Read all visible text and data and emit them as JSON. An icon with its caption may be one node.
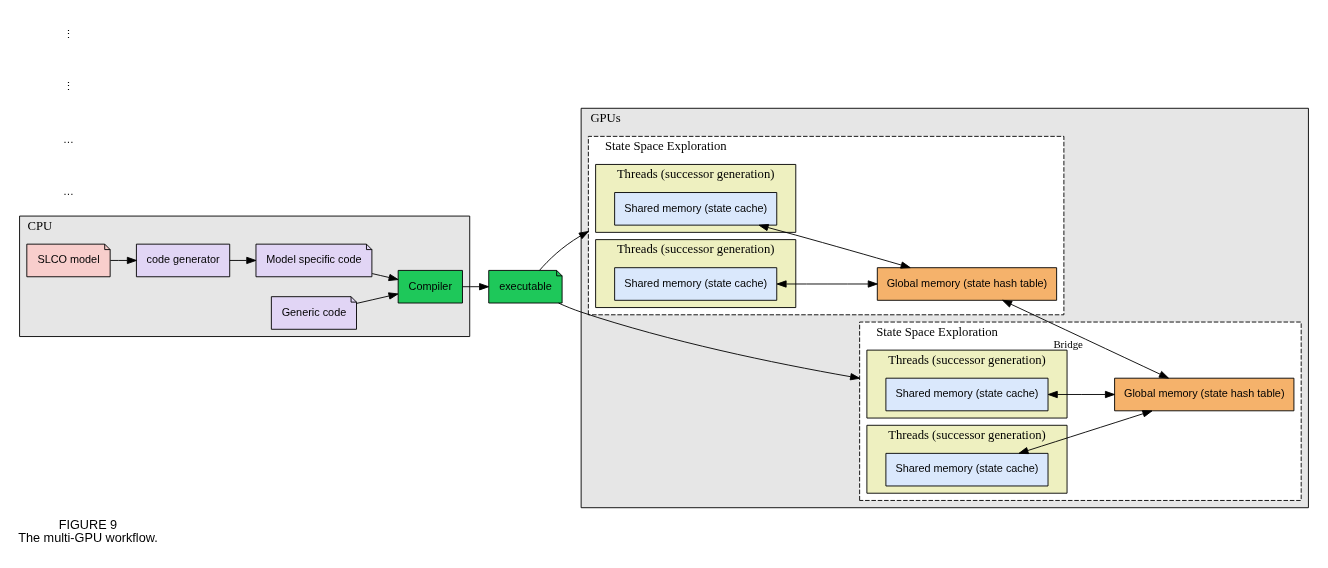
{
  "diagram": {
    "title": "FIGURE 9",
    "caption": "The multi-GPU workflow.",
    "nodes": [
      {
        "text": [
          "CPU"
        ]
      },
      {
        "text": [
          "SLCO model"
        ],
        "in": 0
      },
      {
        "text": [
          "code generator"
        ],
        "in": 0
      },
      {
        "text": [
          "Generic code"
        ],
        "in": 0
      },
      {
        "text": [
          "Model specific code"
        ],
        "in": 0
      },
      {
        "text": [
          "Compiler"
        ],
        "in": 0
      },
      {
        "text": [
          "executable"
        ]
      },
      {
        "text": [
          "GPUs"
        ]
      },
      {
        "text": [
          "State Space Exploration"
        ],
        "in": 7
      },
      {
        "text": [
          "Threads (successor generation)"
        ],
        "in": 8
      },
      {
        "text": [
          "Shared memory (state cache)"
        ],
        "in": 9
      },
      {
        "text": [
          "Threads (successor generation)"
        ],
        "in": 8
      },
      {
        "text": [
          "Shared memory (state cache)"
        ],
        "in": 11
      },
      {
        "text": [
          "Global memory (state hash table)"
        ],
        "in": 8
      },
      {
        "text": [
          "State Space Exploration"
        ],
        "in": 7
      },
      {
        "text": [
          "Threads (successor generation)"
        ],
        "in": 14
      },
      {
        "text": [
          "Shared memory (state cache)"
        ],
        "in": 15
      },
      {
        "text": [
          "Threads (successor generation)"
        ],
        "in": 14
      },
      {
        "text": [
          "Shared memory (state cache)"
        ],
        "in": 17
      },
      {
        "text": [
          "Global memory (state hash table)"
        ],
        "in": 14
      }
    ],
    "edges": [
      {
        "from": 1,
        "to": 2,
        "arrow": "to"
      },
      {
        "from": 2,
        "to": 4,
        "arrow": "to"
      },
      {
        "from": 3,
        "to": 5,
        "arrow": "to"
      },
      {
        "from": 4,
        "to": 5,
        "arrow": "to"
      },
      {
        "from": 5,
        "to": 6,
        "arrow": "to"
      },
      {
        "from": 6,
        "to": 8,
        "arrow": "to"
      },
      {
        "from": 6,
        "to": 14,
        "arrow": "to"
      },
      {
        "from": 10,
        "to": 13,
        "arrow": "both"
      },
      {
        "from": 12,
        "to": 13,
        "arrow": "both"
      },
      {
        "from": 16,
        "to": 19,
        "arrow": "both"
      },
      {
        "from": 18,
        "to": 19,
        "arrow": "both"
      },
      {
        "from": 13,
        "to": 19,
        "arrow": "both",
        "label": "Bridge"
      }
    ],
    "labels": [
      "…",
      "…",
      "⋮",
      "⋮"
    ]
  }
}
